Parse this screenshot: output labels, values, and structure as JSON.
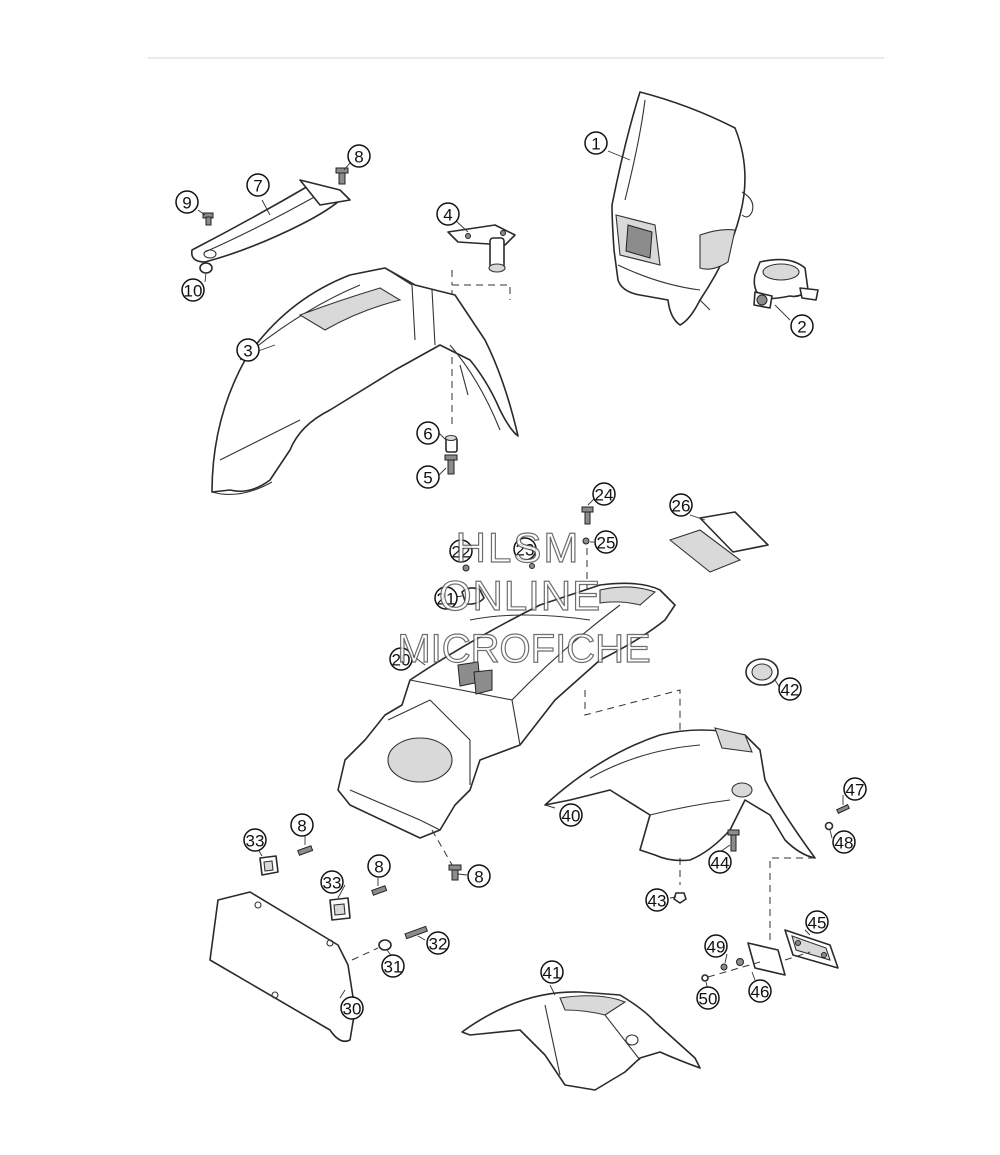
{
  "watermark": {
    "line1": "HLSM",
    "line2": "ONLINE",
    "line3": "MICROFICHE"
  },
  "callouts": [
    {
      "label": "1"
    },
    {
      "label": "2"
    },
    {
      "label": "3"
    },
    {
      "label": "4"
    },
    {
      "label": "5"
    },
    {
      "label": "6"
    },
    {
      "label": "7"
    },
    {
      "label": "8"
    },
    {
      "label": "9"
    },
    {
      "label": "10"
    },
    {
      "label": "24"
    },
    {
      "label": "25"
    },
    {
      "label": "26"
    },
    {
      "label": "22"
    },
    {
      "label": "23"
    },
    {
      "label": "21"
    },
    {
      "label": "20"
    },
    {
      "label": "42"
    },
    {
      "label": "47"
    },
    {
      "label": "40"
    },
    {
      "label": "48"
    },
    {
      "label": "44"
    },
    {
      "label": "33"
    },
    {
      "label": "8"
    },
    {
      "label": "8"
    },
    {
      "label": "33"
    },
    {
      "label": "8"
    },
    {
      "label": "43"
    },
    {
      "label": "45"
    },
    {
      "label": "32"
    },
    {
      "label": "49"
    },
    {
      "label": "31"
    },
    {
      "label": "41"
    },
    {
      "label": "46"
    },
    {
      "label": "50"
    },
    {
      "label": "30"
    }
  ]
}
